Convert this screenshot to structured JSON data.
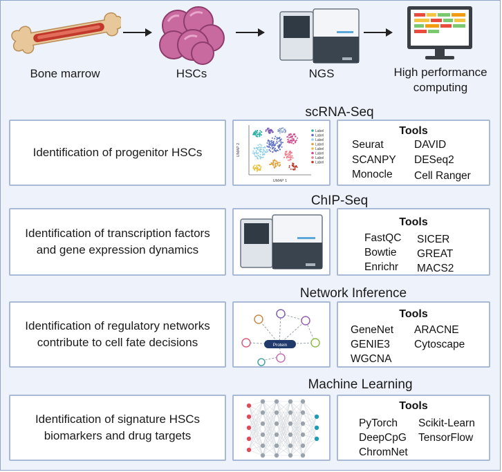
{
  "pipeline": {
    "bone_marrow": "Bone marrow",
    "hscs": "HSCs",
    "ngs": "NGS",
    "hpc_line1": "High performance",
    "hpc_line2": "computing"
  },
  "sections": [
    {
      "title": "scRNA-Seq",
      "desc_line1": "Identification of progenitor HSCs",
      "desc_line2": "",
      "tools_title": "Tools",
      "tools": [
        "Seurat",
        "DAVID",
        "SCANPY",
        "DESeq2",
        "Monocle",
        "Cell Ranger"
      ]
    },
    {
      "title": "ChIP-Seq",
      "desc_line1": "Identification of transcription factors",
      "desc_line2": "and gene expression dynamics",
      "tools_title": "Tools",
      "tools": [
        "FastQC",
        "SICER",
        "Bowtie",
        "GREAT",
        "Enrichr",
        "MACS2"
      ]
    },
    {
      "title": "Network Inference",
      "desc_line1": "Identification of regulatory networks",
      "desc_line2": "contribute to cell fate decisions",
      "tools_title": "Tools",
      "tools": [
        "GeneNet",
        "ARACNE",
        "GENIE3",
        "Cytoscape",
        "WGCNA"
      ],
      "network_node": "Protein"
    },
    {
      "title": "Machine Learning",
      "desc_line1": "Identification of signature HSCs",
      "desc_line2": "biomarkers and drug targets",
      "tools_title": "Tools",
      "tools": [
        "PyTorch",
        "Scikit-Learn",
        "DeepCpG",
        "TensorFlow",
        "ChromNet"
      ]
    }
  ],
  "umap": {
    "xlabel": "UMAP 1",
    "ylabel": "UMAP 2",
    "legend": [
      "Label",
      "Label",
      "Label",
      "Label",
      "Label",
      "Label",
      "Label",
      "Label"
    ]
  },
  "colors": {
    "background": "#eef2fb",
    "box_border": "#a9b8d6",
    "bone": "#e8c79a",
    "marrow": "#c0392b",
    "cells": "#c86aa0"
  }
}
